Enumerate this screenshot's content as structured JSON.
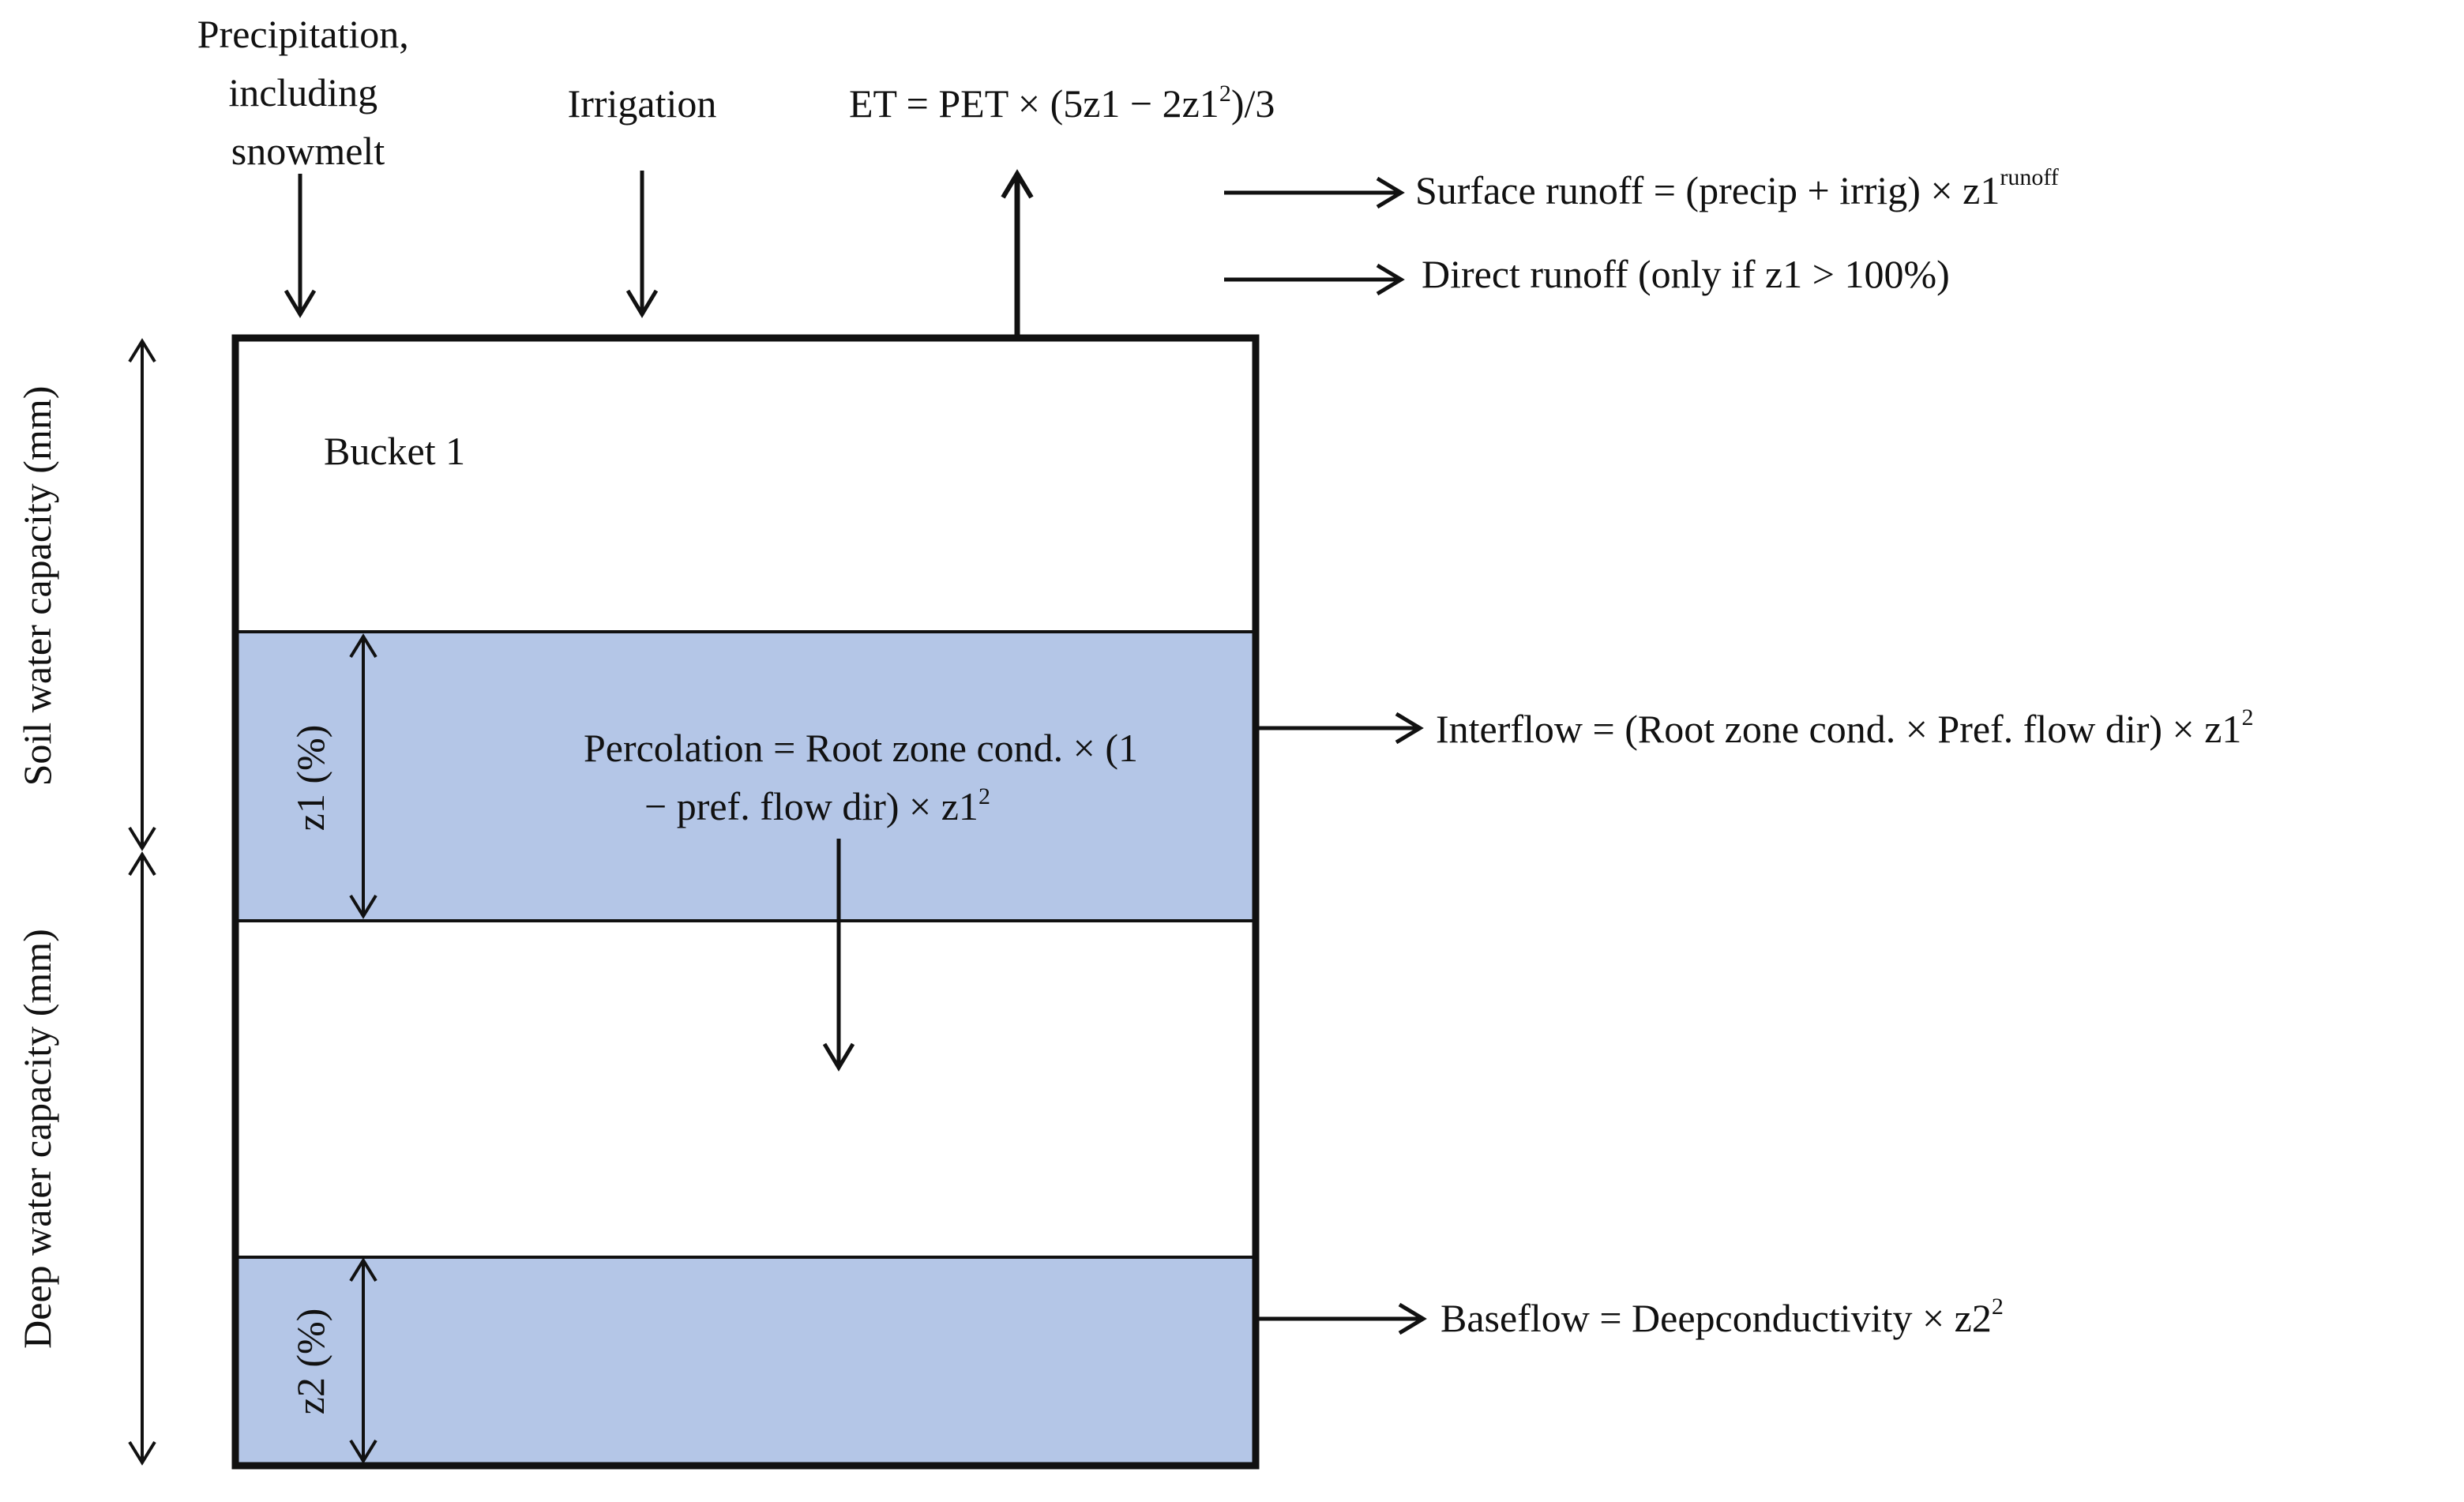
{
  "inputs": {
    "precipitation_lines": [
      "Precipitation,",
      "including",
      "snowmelt"
    ],
    "irrigation": "Irrigation",
    "et_prefix": "ET = PET × (5z1 − 2z1",
    "et_sup": "2",
    "et_suffix": ")/3"
  },
  "runoff": {
    "surface_prefix": "Surface runoff = (precip + irrig) × z1",
    "surface_sup": "runoff",
    "direct": "Direct runoff (only if z1 > 100%)"
  },
  "buckets": {
    "bucket1_label": "Bucket 1",
    "z1_label": "z1 (%)",
    "z2_label": "z2 (%)",
    "fill_color": "#b4c6e7"
  },
  "capacities": {
    "soil": "Soil water capacity (mm)",
    "deep": "Deep water capacity (mm)"
  },
  "percolation": {
    "line1": "Percolation = Root zone cond. × (1",
    "line2_prefix": "− pref. flow dir) × z1",
    "line2_sup": "2"
  },
  "interflow": {
    "prefix": "Interflow = (Root zone cond. ×  Pref. flow dir) × z1",
    "sup": "2"
  },
  "baseflow": {
    "prefix": "Baseflow = Deepconductivity × z2",
    "sup": "2"
  }
}
